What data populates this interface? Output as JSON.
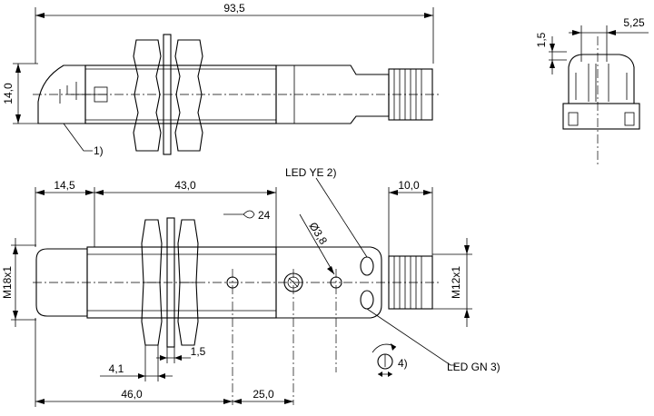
{
  "dimensions": {
    "overall_length": "93,5",
    "body_height": "14,0",
    "width_right_view": "5,25",
    "height_right_view": "1,5",
    "front_length": "14,5",
    "thread_length": "43,0",
    "plug_length": "10,0",
    "thread_m18": "M18x1",
    "thread_m12": "M12x1",
    "led_hole_dia": "Ø3,8",
    "nut_thickness": "1,5",
    "washer_offset": "4,1",
    "base_to_hole": "46,0",
    "hole_spacing": "25,0"
  },
  "labels": {
    "note1": "1)",
    "led_ye": "LED YE 2)",
    "led_gn": "LED GN 3)",
    "note4": "4)",
    "wrench_size": "24"
  }
}
